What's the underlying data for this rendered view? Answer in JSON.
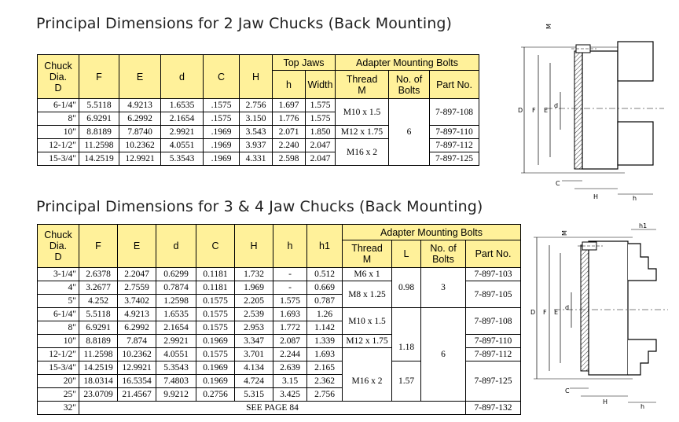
{
  "section1": {
    "title": "Principal Dimensions for 2 Jaw Chucks (Back Mounting)",
    "headers": {
      "chuck_dia": [
        "Chuck",
        "Dia.",
        "D"
      ],
      "F": "F",
      "E": "E",
      "d": "d",
      "C": "C",
      "H": "H",
      "top_jaws": "Top Jaws",
      "h": "h",
      "width": "Width",
      "adapter_bolts": "Adapter Mounting Bolts",
      "thread": [
        "Thread",
        "M"
      ],
      "no_of_bolts": [
        "No. of",
        "Bolts"
      ],
      "part_no": "Part No."
    },
    "rows": [
      {
        "dia": "6-1/4\"",
        "F": "5.5118",
        "E": "4.9213",
        "d": "1.6535",
        "C": ".1575",
        "H": "2.756",
        "h": "1.697",
        "width": "1.575",
        "part": "7-897-108"
      },
      {
        "dia": "8\"",
        "F": "6.9291",
        "E": "6.2992",
        "d": "2.1654",
        "C": ".1575",
        "H": "3.150",
        "h": "1.776",
        "width": "1.575",
        "part": ""
      },
      {
        "dia": "10\"",
        "F": "8.8189",
        "E": "7.8740",
        "d": "2.9921",
        "C": ".1969",
        "H": "3.543",
        "h": "2.071",
        "width": "1.850",
        "part": "7-897-110"
      },
      {
        "dia": "12-1/2\"",
        "F": "11.2598",
        "E": "10.2362",
        "d": "4.0551",
        "C": ".1969",
        "H": "3.937",
        "h": "2.240",
        "width": "2.047",
        "part": "7-897-112"
      },
      {
        "dia": "15-3/4\"",
        "F": "14.2519",
        "E": "12.9921",
        "d": "5.3543",
        "C": ".1969",
        "H": "4.331",
        "h": "2.598",
        "width": "2.047",
        "part": "7-897-125"
      }
    ],
    "thread_groups": [
      "M10 x 1.5",
      "M12 x 1.75",
      "M16 x 2"
    ],
    "bolts": "6"
  },
  "section2": {
    "title": "Principal Dimensions for 3  & 4 Jaw Chucks (Back Mounting)",
    "headers": {
      "chuck_dia": [
        "Chuck",
        "Dia.",
        "D"
      ],
      "F": "F",
      "E": "E",
      "d": "d",
      "C": "C",
      "H": "H",
      "h": "h",
      "h1": "h1",
      "adapter_bolts": "Adapter Mounting Bolts",
      "thread": [
        "Thread",
        "M"
      ],
      "L": "L",
      "no_of_bolts": [
        "No. of",
        "Bolts"
      ],
      "part_no": "Part No."
    },
    "rows": [
      {
        "dia": "3-1/4\"",
        "F": "2.6378",
        "E": "2.2047",
        "d": "0.6299",
        "C": "0.1181",
        "H": "1.732",
        "h": "-",
        "h1": "0.512"
      },
      {
        "dia": "4\"",
        "F": "3.2677",
        "E": "2.7559",
        "d": "0.7874",
        "C": "0.1181",
        "H": "1.969",
        "h": "-",
        "h1": "0.669"
      },
      {
        "dia": "5\"",
        "F": "4.252",
        "E": "3.7402",
        "d": "1.2598",
        "C": "0.1575",
        "H": "2.205",
        "h": "1.575",
        "h1": "0.787"
      },
      {
        "dia": "6-1/4\"",
        "F": "5.5118",
        "E": "4.9213",
        "d": "1.6535",
        "C": "0.1575",
        "H": "2.539",
        "h": "1.693",
        "h1": "1.26"
      },
      {
        "dia": "8\"",
        "F": "6.9291",
        "E": "6.2992",
        "d": "2.1654",
        "C": "0.1575",
        "H": "2.953",
        "h": "1.772",
        "h1": "1.142"
      },
      {
        "dia": "10\"",
        "F": "8.8189",
        "E": "7.874",
        "d": "2.9921",
        "C": "0.1969",
        "H": "3.347",
        "h": "2.087",
        "h1": "1.339"
      },
      {
        "dia": "12-1/2\"",
        "F": "11.2598",
        "E": "10.2362",
        "d": "4.0551",
        "C": "0.1575",
        "H": "3.701",
        "h": "2.244",
        "h1": "1.693"
      },
      {
        "dia": "15-3/4\"",
        "F": "14.2519",
        "E": "12.9921",
        "d": "5.3543",
        "C": "0.1969",
        "H": "4.134",
        "h": "2.639",
        "h1": "2.165"
      },
      {
        "dia": "20\"",
        "F": "18.0314",
        "E": "16.5354",
        "d": "7.4803",
        "C": "0.1969",
        "H": "4.724",
        "h": "3.15",
        "h1": "2.362"
      },
      {
        "dia": "25\"",
        "F": "23.0709",
        "E": "21.4567",
        "d": "9.9212",
        "C": "0.2756",
        "H": "5.315",
        "h": "3.425",
        "h1": "2.756"
      }
    ],
    "last_row": {
      "dia": "32\"",
      "note": "SEE PAGE 84",
      "part": "7-897-132"
    },
    "thread_groups": [
      "M6 x 1",
      "M8 x 1.25",
      "M10 x 1.5",
      "M12 x 1.75",
      "M16 x 2"
    ],
    "L_groups": [
      "0.98",
      "1.18",
      "1.57"
    ],
    "bolts_groups": [
      "3",
      "6"
    ],
    "parts": [
      "7-897-103",
      "7-897-105",
      "7-897-108",
      "7-897-110",
      "7-897-112",
      "7-897-125"
    ]
  },
  "drawings": {
    "labels": {
      "M": "M",
      "D": "D",
      "F": "F",
      "E": "E",
      "d": "d",
      "C": "C",
      "H": "H",
      "h": "h",
      "h1": "h1"
    }
  }
}
